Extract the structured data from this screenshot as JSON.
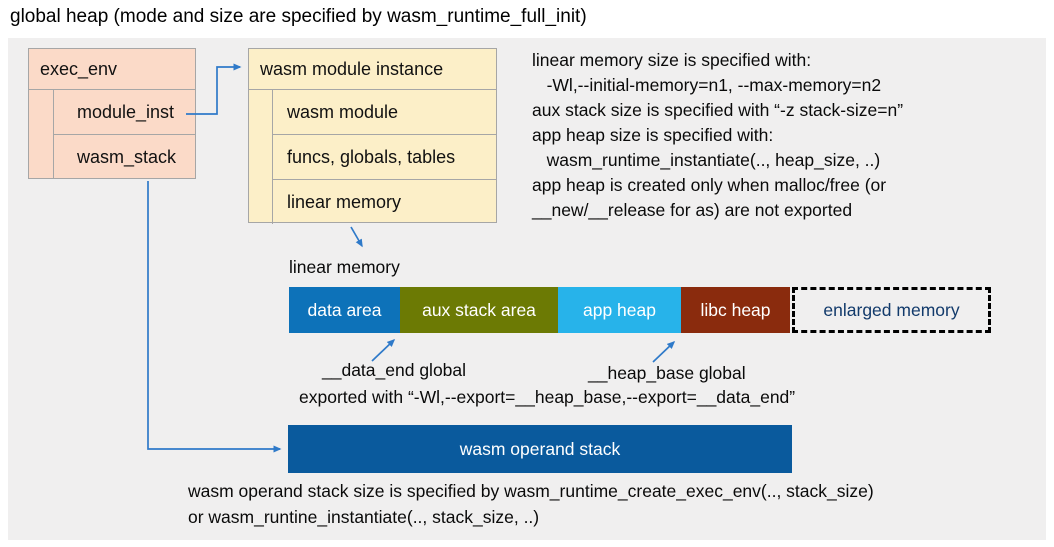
{
  "title": "global heap (mode and size are specified by wasm_runtime_full_init)",
  "exec_env": {
    "header": "exec_env",
    "rows": [
      "module_inst",
      "wasm_stack"
    ]
  },
  "module_instance": {
    "header": "wasm module instance",
    "rows": [
      "wasm module",
      "funcs, globals, tables",
      "linear memory"
    ]
  },
  "notes_right": {
    "lines": [
      "linear memory size is specified with:",
      "   -Wl,--initial-memory=n1, --max-memory=n2",
      "aux stack size is specified with “-z stack-size=n”",
      "app heap size is specified with:",
      "   wasm_runtime_instantiate(.., heap_size, ..)",
      "app heap is created only when malloc/free (or",
      "__new/__release for as) are not exported"
    ]
  },
  "linear_memory": {
    "label": "linear memory",
    "segments": [
      {
        "label": "data area",
        "color": "#0D72B9"
      },
      {
        "label": "aux stack area",
        "color": "#6C7A04"
      },
      {
        "label": "app heap",
        "color": "#27B3EA"
      },
      {
        "label": "libc heap",
        "color": "#8A2B0D"
      }
    ],
    "enlarged_label": "enlarged memory"
  },
  "annotations": {
    "data_end": "__data_end global",
    "heap_base": "__heap_base global",
    "exported": "exported with “-Wl,--export=__heap_base,--export=__data_end”"
  },
  "operand_stack": {
    "label": "wasm operand stack",
    "color": "#0A5A9D"
  },
  "notes_bottom": {
    "lines": [
      "wasm operand stack size is specified by wasm_runtime_create_exec_env(.., stack_size)",
      "or wasm_runtine_instantiate(.., stack_size, ..)"
    ]
  },
  "colors": {
    "canvas_bg": "#F0EFEF",
    "exec_env_fill": "#FBDAC8",
    "instance_fill": "#FCEFC8",
    "connector": "#2F7AC9",
    "enlarged_text": "#123A6B",
    "operand_stack_fill": "#0A5A9D"
  }
}
